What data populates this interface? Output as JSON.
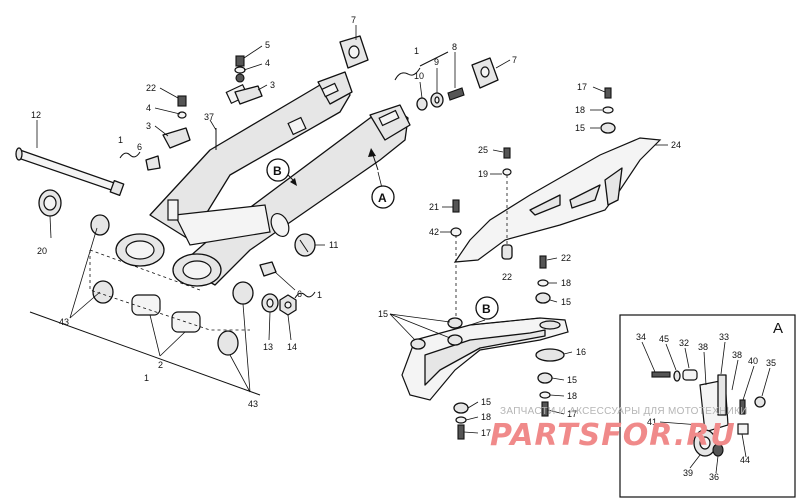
{
  "callouts": [
    {
      "id": "c7a",
      "text": "7"
    },
    {
      "id": "c5",
      "text": "5"
    },
    {
      "id": "c4a",
      "text": "4"
    },
    {
      "id": "c3a",
      "text": "3"
    },
    {
      "id": "c22a",
      "text": "22"
    },
    {
      "id": "c4b",
      "text": "4"
    },
    {
      "id": "c3b",
      "text": "3"
    },
    {
      "id": "c37",
      "text": "37"
    },
    {
      "id": "c12",
      "text": "12"
    },
    {
      "id": "c1a",
      "text": "1"
    },
    {
      "id": "c6a",
      "text": "6"
    },
    {
      "id": "c20",
      "text": "20"
    },
    {
      "id": "c43a",
      "text": "43"
    },
    {
      "id": "c2",
      "text": "2"
    },
    {
      "id": "c1b",
      "text": "1"
    },
    {
      "id": "c43b",
      "text": "43"
    },
    {
      "id": "c13",
      "text": "13"
    },
    {
      "id": "c14",
      "text": "14"
    },
    {
      "id": "c6b",
      "text": "6"
    },
    {
      "id": "c1c",
      "text": "1"
    },
    {
      "id": "c11",
      "text": "11"
    },
    {
      "id": "c1d",
      "text": "1"
    },
    {
      "id": "c8",
      "text": "8"
    },
    {
      "id": "c10",
      "text": "10"
    },
    {
      "id": "c9",
      "text": "9"
    },
    {
      "id": "c7b",
      "text": "7"
    },
    {
      "id": "c17a",
      "text": "17"
    },
    {
      "id": "c18a",
      "text": "18"
    },
    {
      "id": "c15a",
      "text": "15"
    },
    {
      "id": "c24",
      "text": "24"
    },
    {
      "id": "c25",
      "text": "25"
    },
    {
      "id": "c19",
      "text": "19"
    },
    {
      "id": "c21",
      "text": "21"
    },
    {
      "id": "c42",
      "text": "42"
    },
    {
      "id": "c22b",
      "text": "22"
    },
    {
      "id": "c22c",
      "text": "22"
    },
    {
      "id": "c18b",
      "text": "18"
    },
    {
      "id": "c15b",
      "text": "15"
    },
    {
      "id": "c15c",
      "text": "15"
    },
    {
      "id": "c16",
      "text": "16"
    },
    {
      "id": "c15d",
      "text": "15"
    },
    {
      "id": "c18c",
      "text": "18"
    },
    {
      "id": "c17b",
      "text": "17"
    },
    {
      "id": "c15e",
      "text": "15"
    },
    {
      "id": "c18d",
      "text": "18"
    },
    {
      "id": "c17c",
      "text": "17"
    },
    {
      "id": "c34",
      "text": "34"
    },
    {
      "id": "c45",
      "text": "45"
    },
    {
      "id": "c32",
      "text": "32"
    },
    {
      "id": "c38a",
      "text": "38"
    },
    {
      "id": "c33",
      "text": "33"
    },
    {
      "id": "c38b",
      "text": "38"
    },
    {
      "id": "c40",
      "text": "40"
    },
    {
      "id": "c35",
      "text": "35"
    },
    {
      "id": "c41",
      "text": "41"
    },
    {
      "id": "c39",
      "text": "39"
    },
    {
      "id": "c36",
      "text": "36"
    },
    {
      "id": "c44",
      "text": "44"
    }
  ],
  "circled_labels": {
    "b_upper": "B",
    "b_lower": "B",
    "a_arrow": "A"
  },
  "inset": {
    "title": "A"
  },
  "watermark": {
    "caption": "ЗАПЧАСТИ И АКСЕССУАРЫ ДЛЯ МОТОТЕХНИКИ",
    "logo_text": "PARTSFOR.RU"
  }
}
